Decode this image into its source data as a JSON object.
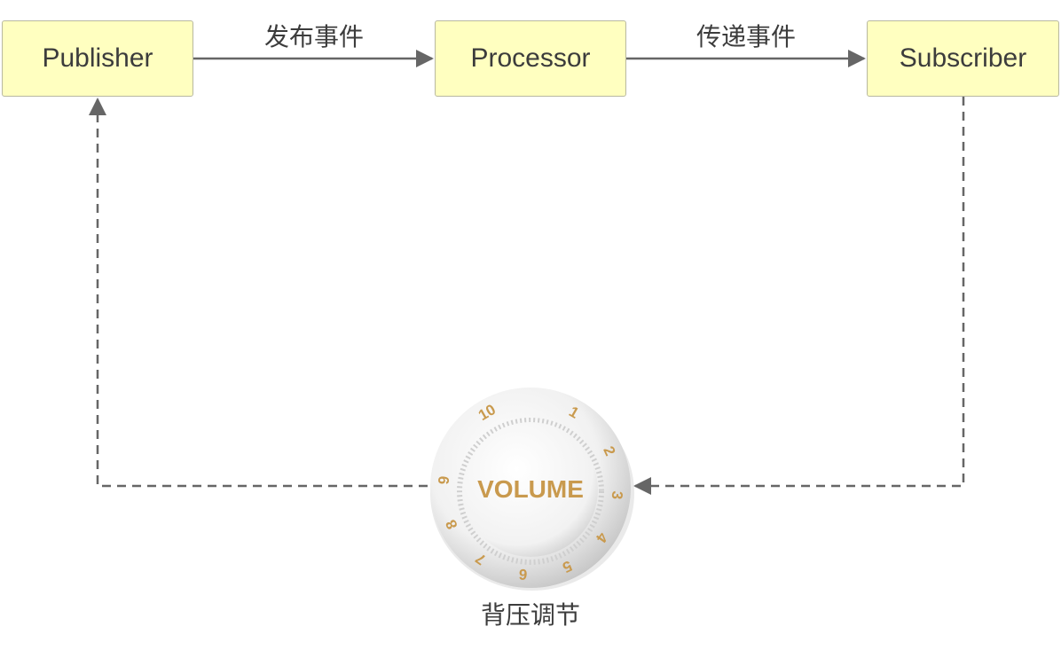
{
  "nodes": {
    "publisher": "Publisher",
    "processor": "Processor",
    "subscriber": "Subscriber"
  },
  "edges": {
    "publish_events": "发布事件",
    "deliver_events": "传递事件"
  },
  "knob": {
    "label": "VOLUME",
    "scale": [
      "1",
      "2",
      "3",
      "4",
      "5",
      "6",
      "7",
      "8",
      "9",
      "10"
    ],
    "caption": "背压调节"
  },
  "colors": {
    "node_fill": "#ffffc0",
    "node_border": "#b8b8a0",
    "line": "#666666",
    "knob_body": "#f3f3f3",
    "knob_numbers": "#c99a4e"
  },
  "icons": {
    "knob": "volume-knob-icon"
  }
}
